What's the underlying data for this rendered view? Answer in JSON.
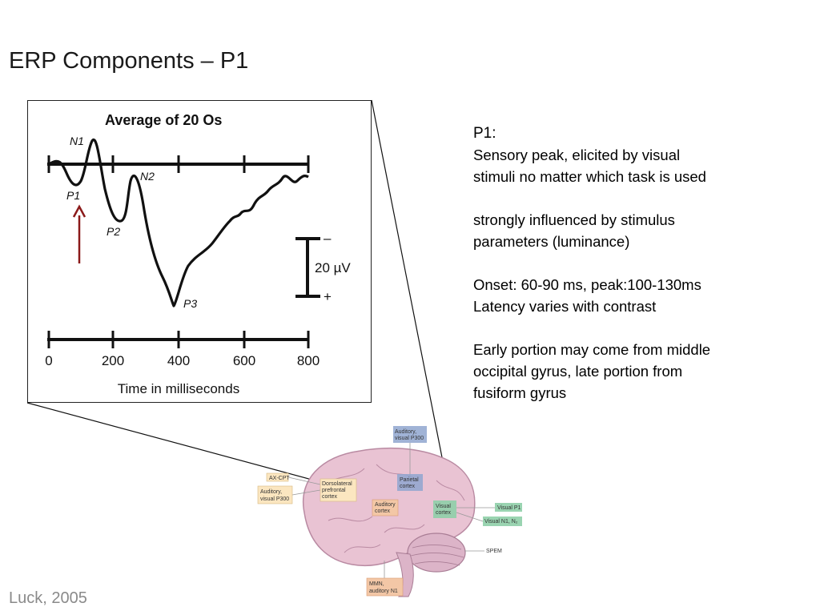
{
  "slide": {
    "title": "ERP Components – P1",
    "citation": "Luck, 2005"
  },
  "figure": {
    "title": "Average of 20 Os",
    "x_axis_label": "Time in milliseconds",
    "x_ticks": [
      "0",
      "200",
      "400",
      "600",
      "800"
    ],
    "peaks": [
      "N1",
      "P1",
      "N2",
      "P2",
      "P3"
    ],
    "scale_value": "20 µV",
    "scale_minus": "–",
    "scale_plus": "+",
    "arrow_color": "#8b1a1a"
  },
  "notes": {
    "heading": "P1:",
    "line1": "Sensory peak, elicited by visual",
    "line2": "stimuli no matter which task is used",
    "line3": "strongly influenced by stimulus",
    "line4": "parameters (luminance)",
    "line5": "Onset: 60-90 ms, peak:100-130ms",
    "line6": "Latency varies with contrast",
    "line7": "Early portion may come from middle",
    "line8": "occipital gyrus, late portion from",
    "line9": "fusiform gyrus"
  },
  "brain": {
    "labels": {
      "auditory_visual_p300_top_1": "Auditory,",
      "auditory_visual_p300_top_2": "visual P300",
      "ax_cpt": "AX-CPT",
      "auditory_visual_p300_left_1": "Auditory,",
      "auditory_visual_p300_left_2": "visual P300",
      "dlpfc_1": "Dorsolateral",
      "dlpfc_2": "prefrontal",
      "dlpfc_3": "cortex",
      "parietal_1": "Parietal",
      "parietal_2": "cortex",
      "auditory_cortex_1": "Auditory",
      "auditory_cortex_2": "cortex",
      "visual_cortex_1": "Visual",
      "visual_cortex_2": "cortex",
      "visual_p1": "Visual P1",
      "visual_n1_n2": "Visual N1, N₂",
      "spem": "SPEM",
      "mmn_1": "MMN,",
      "mmn_2": "auditory N1"
    },
    "colors": {
      "blue_box": "#8fa6cf",
      "green_box": "#8fcfa8",
      "orange_box": "#f3c7a6",
      "cream_box": "#fbe6c0",
      "brain_fill": "#e9c3d3",
      "cerebellum_fill": "#dcb4c8"
    }
  }
}
